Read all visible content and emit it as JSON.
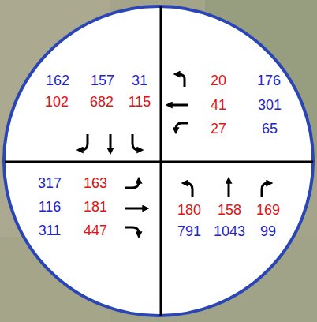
{
  "diagram": {
    "labels": [
      "162",
      "157",
      "31",
      "102",
      "682",
      "115",
      "20",
      "176",
      "41",
      "301",
      "27",
      "65",
      "317",
      "163",
      "116",
      "181",
      "311",
      "447",
      "180",
      "158",
      "169",
      "791",
      "1043",
      "99"
    ]
  }
}
